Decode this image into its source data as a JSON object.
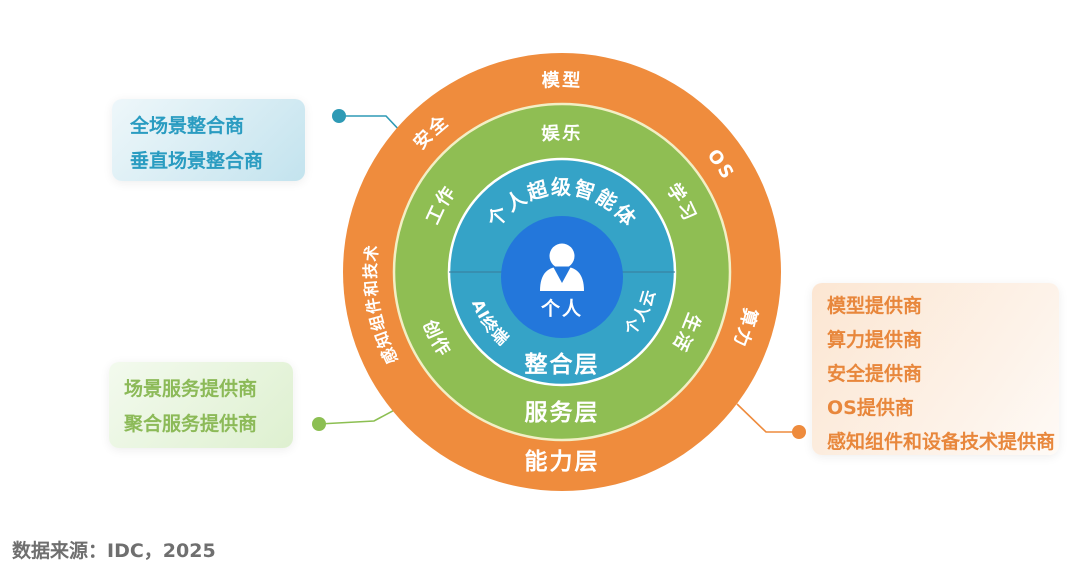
{
  "source_note": "数据来源：IDC，2025",
  "diagram": {
    "center": {
      "label": "个人",
      "icon": "person-icon"
    },
    "integration_ring": {
      "arc_title": "个人超级智能体",
      "layer_label": "整合层",
      "items": [
        "AI终端",
        "个人云"
      ]
    },
    "service_ring": {
      "layer_label": "服务层",
      "items": [
        "娱乐",
        "学习",
        "生活",
        "创作",
        "工作"
      ]
    },
    "capability_ring": {
      "layer_label": "能力层",
      "items": [
        "模型",
        "OS",
        "算力",
        "安全",
        "感知组件和技术"
      ]
    }
  },
  "callouts": {
    "integrators": {
      "lines": [
        "全场景整合商",
        "垂直场景整合商"
      ],
      "text_color": "#2a9cc1"
    },
    "service_providers": {
      "lines": [
        "场景服务提供商",
        "聚合服务提供商"
      ],
      "text_color": "#8cba58"
    },
    "capability_providers": {
      "lines": [
        "模型提供商",
        "算力提供商",
        "安全提供商",
        "OS提供商",
        "感知组件和设备技术提供商"
      ],
      "text_color": "#e8873c"
    }
  },
  "colors": {
    "capability_orange": "#ef8c3d",
    "service_green": "#8fbe53",
    "integration_teal": "#35a3c7",
    "center_blue": "#2377db",
    "ring_border_cream": "#f2efc5",
    "ring_border_white": "#ffffff"
  }
}
